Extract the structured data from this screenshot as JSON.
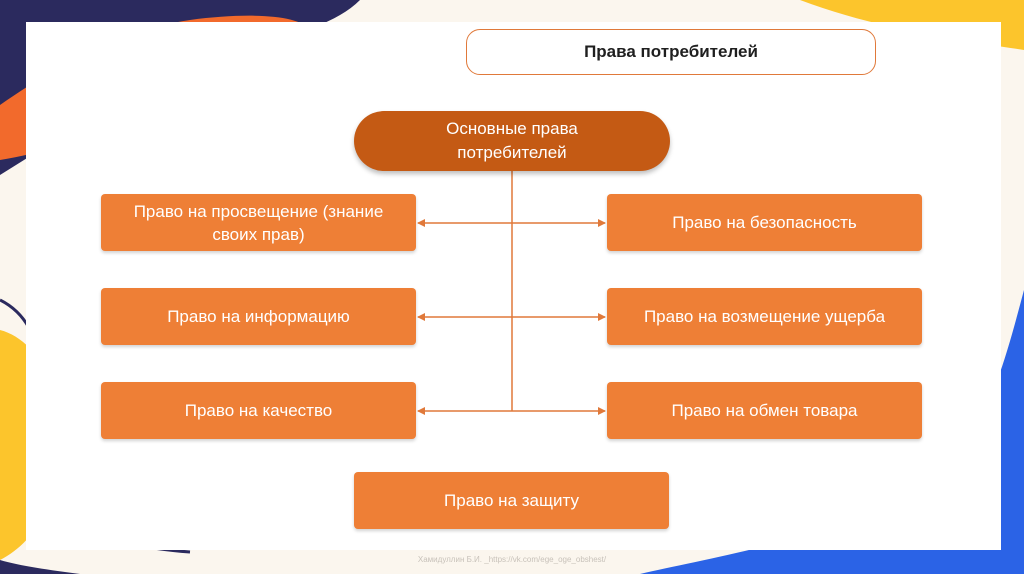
{
  "slide": {
    "title": "Права потребителей",
    "root": "Основные права\nпотребителей",
    "left_rights": [
      "Право на просвещение (знание\nсвоих прав)",
      "Право на информацию",
      "Право на качество"
    ],
    "right_rights": [
      "Право на безопасность",
      "Право на возмещение ущерба",
      "Право на обмен товара"
    ],
    "bottom_right": "Право на защиту",
    "footer": "Хамидуллин Б.И. _https://vk.com/ege_oge_obshest/"
  },
  "colors": {
    "node_fill": "#ee7f36",
    "root_fill": "#c45a14",
    "connector": "#e0793a",
    "bg_navy": "#2b2a5e",
    "bg_orange": "#f26a2c",
    "bg_yellow": "#fcc52c",
    "bg_blue": "#2b63e6"
  }
}
